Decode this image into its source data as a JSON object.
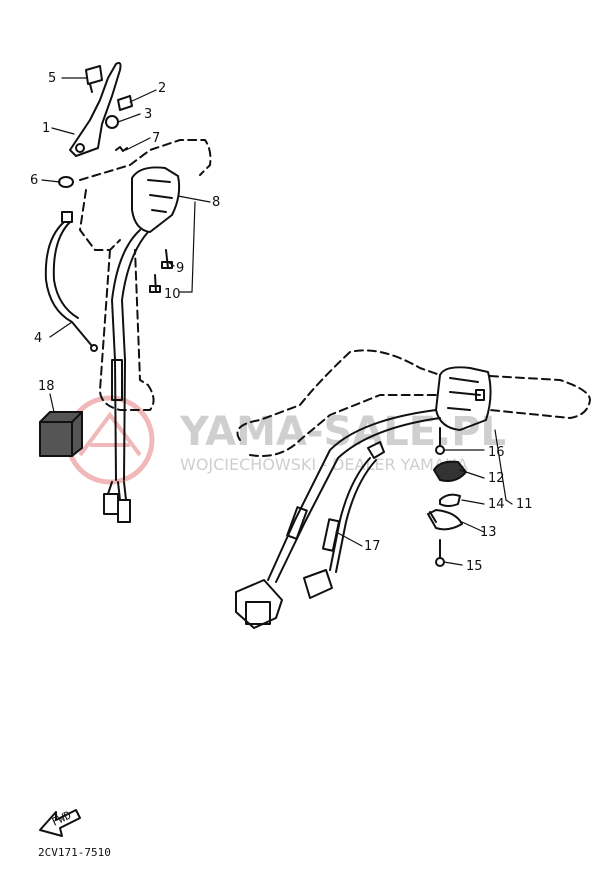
{
  "watermark": {
    "line1": "YAMA-SALE.PL",
    "line2": "WOJCIECHOWSKI - DEALER YAMAHA",
    "logo_color": "#e8a0a0"
  },
  "callouts": [
    "1",
    "2",
    "3",
    "4",
    "5",
    "6",
    "7",
    "8",
    "9",
    "10",
    "11",
    "12",
    "13",
    "14",
    "15",
    "16",
    "17",
    "18"
  ],
  "fwd_label": "FWD",
  "diagram_code": "2CV171-7510",
  "icons": [
    "fwd-arrow-icon",
    "watermark-logo-icon"
  ]
}
